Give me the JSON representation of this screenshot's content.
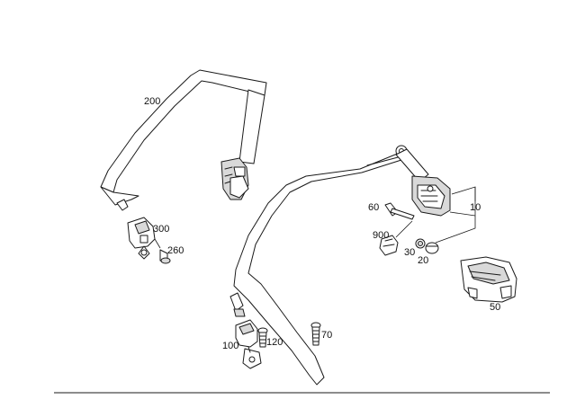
{
  "labels": {
    "p200": "200",
    "p300": "300",
    "p260": "260",
    "p60": "60",
    "p10": "10",
    "p900": "900",
    "p30": "30",
    "p20": "20",
    "p50": "50",
    "p100": "100",
    "p120": "120",
    "p70": "70"
  },
  "colors": {
    "line": "#1a1a1a",
    "background": "#ffffff"
  }
}
